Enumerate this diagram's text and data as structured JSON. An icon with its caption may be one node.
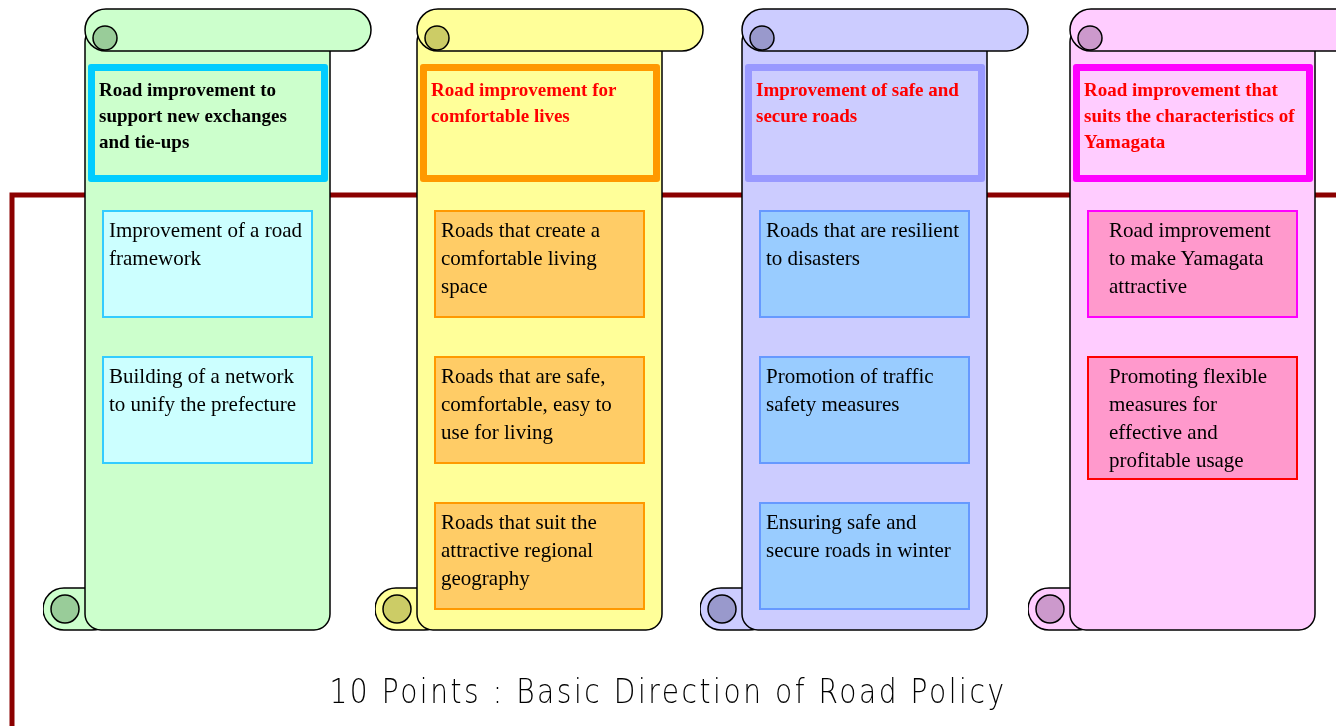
{
  "diagram": {
    "caption": "10 Points : Basic Direction of Road Policy",
    "nodes": [
      {
        "text": [],
        "shape": "scroll"
      },
      {
        "text": [
          "Road improvement to support new exchanges and tie-ups"
        ],
        "in": 0
      },
      {
        "text": [
          "Improvement of a road framework"
        ],
        "in": 0
      },
      {
        "text": [
          "Building of a network to unify the prefecture"
        ],
        "in": 0
      },
      {
        "text": [],
        "shape": "scroll"
      },
      {
        "text": [
          "Road improvement for comfortable lives"
        ],
        "in": 4
      },
      {
        "text": [
          "Roads that create a comfortable living space"
        ],
        "in": 4
      },
      {
        "text": [
          "Roads that are safe, comfortable, easy to use for living"
        ],
        "in": 4
      },
      {
        "text": [
          "Roads that suit the attractive regional geography"
        ],
        "in": 4
      },
      {
        "text": [],
        "shape": "scroll"
      },
      {
        "text": [
          "Improvement of safe and secure roads"
        ],
        "in": 9
      },
      {
        "text": [
          "Roads that are resilient to disasters"
        ],
        "in": 9
      },
      {
        "text": [
          "Promotion of traffic safety measures"
        ],
        "in": 9
      },
      {
        "text": [
          "Ensuring safe and secure roads in winter"
        ],
        "in": 9
      },
      {
        "text": [],
        "shape": "scroll"
      },
      {
        "text": [
          "Road improvement that suits the characteristics of Yamagata"
        ],
        "in": 14
      },
      {
        "text": [
          "Road improvement to make Yamagata attractive"
        ],
        "in": 14
      },
      {
        "text": [
          "Promoting flexible measures for effective and profitable usage"
        ],
        "in": 14
      }
    ],
    "edges": []
  }
}
